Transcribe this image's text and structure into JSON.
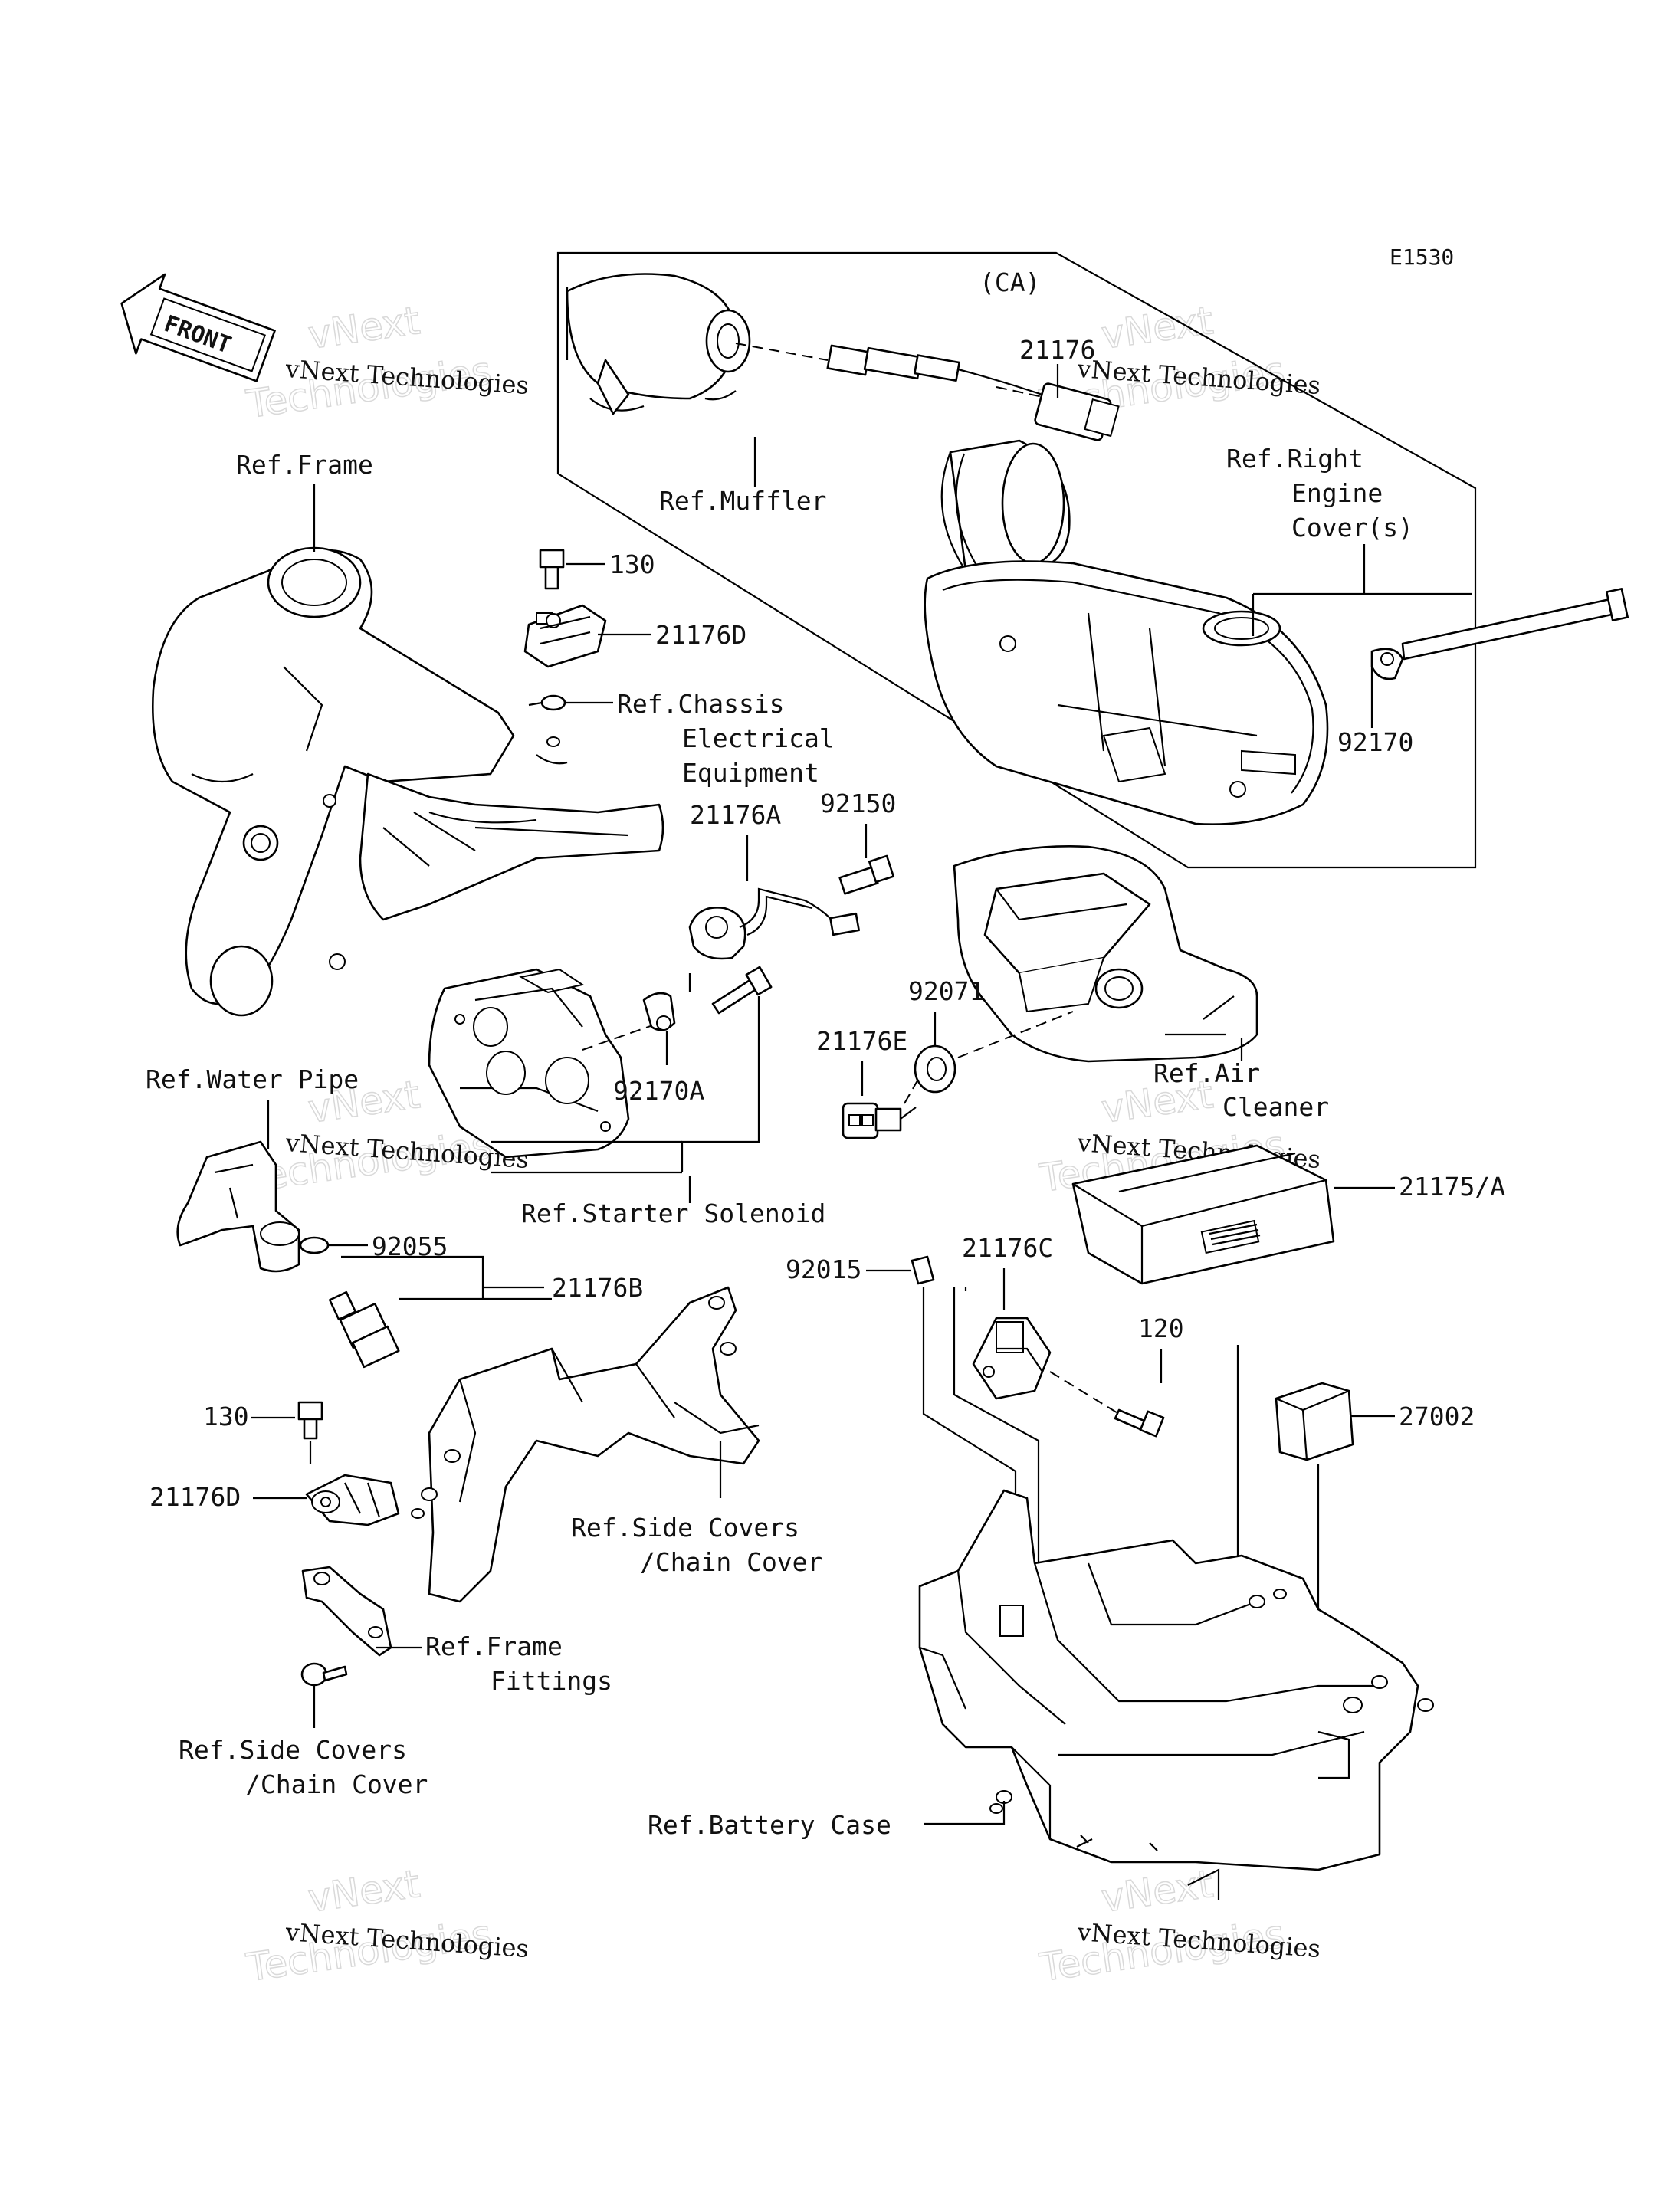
{
  "diagram_code": "E1530",
  "front_arrow": "FRONT",
  "variant_tag": "(CA)",
  "watermark": {
    "company": "vNext Technologies",
    "outline_top": "vNext",
    "outline_bottom": "Technologies"
  },
  "part_numbers": {
    "p21176": "21176",
    "p130_top": "130",
    "p21176D_top": "21176D",
    "p21176A": "21176A",
    "p92150": "92150",
    "p92071": "92071",
    "p21176E": "21176E",
    "p92170": "92170",
    "p92170A": "92170A",
    "p21175A": "21175/A",
    "p92055": "92055",
    "p21176B": "21176B",
    "p92015": "92015",
    "p21176C": "21176C",
    "p120": "120",
    "p27002": "27002",
    "p130_bottom": "130",
    "p21176D_bottom": "21176D"
  },
  "references": {
    "frame": "Ref.Frame",
    "muffler": "Ref.Muffler",
    "right_engine_cover": [
      "Ref.Right",
      "Engine",
      "Cover(s)"
    ],
    "chassis_electrical": [
      "Ref.Chassis",
      "Electrical",
      "Equipment"
    ],
    "air_cleaner": [
      "Ref.Air",
      "Cleaner"
    ],
    "water_pipe": "Ref.Water Pipe",
    "starter_solenoid": "Ref.Starter Solenoid",
    "side_covers_mid": [
      "Ref.Side Covers",
      "/Chain Cover"
    ],
    "frame_fittings": [
      "Ref.Frame",
      "Fittings"
    ],
    "side_covers_bottom": [
      "Ref.Side Covers",
      "/Chain Cover"
    ],
    "battery_case": "Ref.Battery Case"
  }
}
